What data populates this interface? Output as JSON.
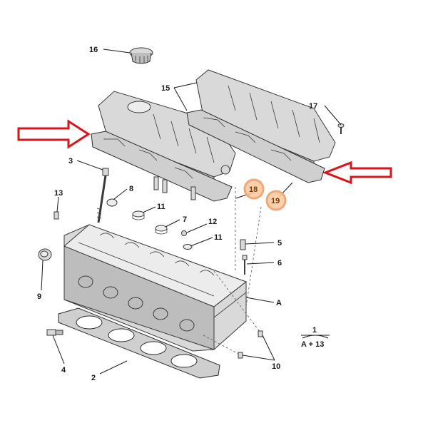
{
  "labels": {
    "p1": "1",
    "p2": "2",
    "p3": "3",
    "p4": "4",
    "p5": "5",
    "p6": "6",
    "p7": "7",
    "p8": "8",
    "p9": "9",
    "p10": "10",
    "p11a": "11",
    "p11b": "11",
    "p12": "12",
    "p13": "13",
    "p15": "15",
    "p16": "16",
    "p17": "17",
    "p18": "18",
    "p19": "19",
    "pA": "A",
    "formula": "A + 13"
  },
  "colors": {
    "arrow": "#d8141b",
    "highlight_fill": "#f7c8a0",
    "highlight_stroke": "#f0a878"
  }
}
